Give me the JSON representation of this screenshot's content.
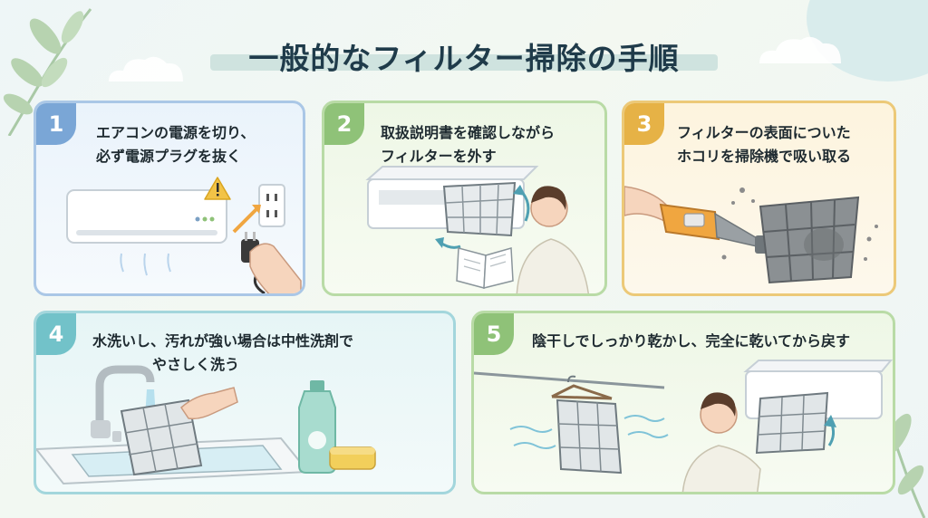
{
  "title": "一般的なフィルター掃除の手順",
  "colors": {
    "step1": "#7aa6d6",
    "step2": "#8fc278",
    "step3": "#e6b246",
    "step4": "#72c2c9",
    "step5": "#8fc278"
  },
  "steps": [
    {
      "number": "1",
      "line1": "エアコンの電源を切り、",
      "line2": "必ず電源プラグを抜く"
    },
    {
      "number": "2",
      "line1": "取扱説明書を確認しながら",
      "line2": "フィルターを外す"
    },
    {
      "number": "3",
      "line1": "フィルターの表面についた",
      "line2": "ホコリを掃除機で吸い取る"
    },
    {
      "number": "4",
      "line1": "水洗いし、汚れが強い場合は中性洗剤で",
      "line2": "やさしく洗う"
    },
    {
      "number": "5",
      "line1": "陰干しでしっかり乾かし、完全に乾いてから戻す"
    }
  ]
}
